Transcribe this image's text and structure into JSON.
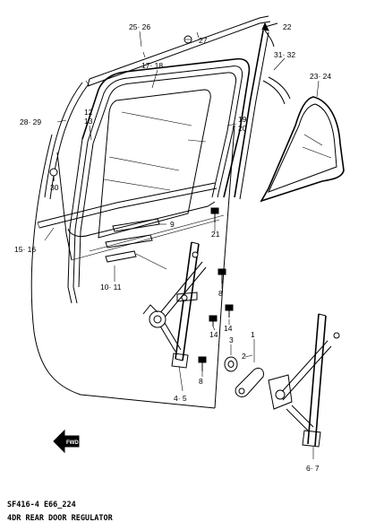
{
  "callouts": {
    "c_25_26": "25· 26",
    "c_22": "22",
    "c_27": "27",
    "c_17_18": "17· 18",
    "c_31_32": "31· 32",
    "c_23_24": "23· 24",
    "c_12": "12",
    "c_13": "13",
    "c_28_29": "28· 29",
    "c_19": "19",
    "c_20": "20",
    "c_30": "30",
    "c_9": "9",
    "c_21": "21",
    "c_15_16": "15· 16",
    "c_10_11": "10· 11",
    "c_8a": "8",
    "c_14a": "14",
    "c_14b": "14",
    "c_1": "1",
    "c_2": "2",
    "c_3": "3",
    "c_8b": "8",
    "c_4_5": "4· 5",
    "c_6_7": "6· 7",
    "c_fwd": "FWD"
  },
  "caption": {
    "code": "SF416-4 E66_224",
    "title": "4DR REAR DOOR REGULATOR"
  }
}
